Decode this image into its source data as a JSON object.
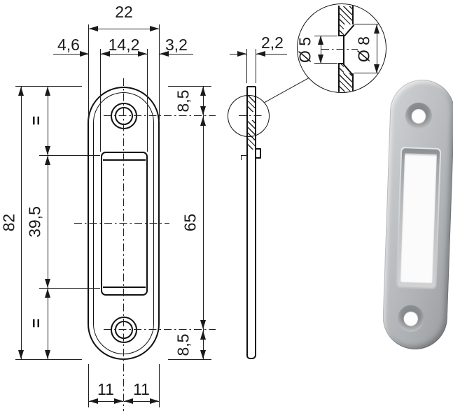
{
  "front_view": {
    "total_width": "22",
    "left_offset": "4,6",
    "slot_width": "14,2",
    "right_offset": "3,2",
    "hole_to_top_edge": "8,5",
    "hole_spacing": "65",
    "hole_to_bottom_edge": "8,5",
    "total_height": "82",
    "slot_height": "39,5",
    "equal_top": "=",
    "equal_bottom": "=",
    "half_width_left": "11",
    "half_width_right": "11"
  },
  "side_view": {
    "thickness": "2,2"
  },
  "detail_view": {
    "bore_diameter": "Ø 5",
    "countersink_diameter": "Ø 8"
  },
  "colors": {
    "line": "#1a1a1a",
    "metal_light": "#cfd1d3",
    "metal_mid": "#b3b6b8",
    "metal_dark": "#8e9193"
  }
}
